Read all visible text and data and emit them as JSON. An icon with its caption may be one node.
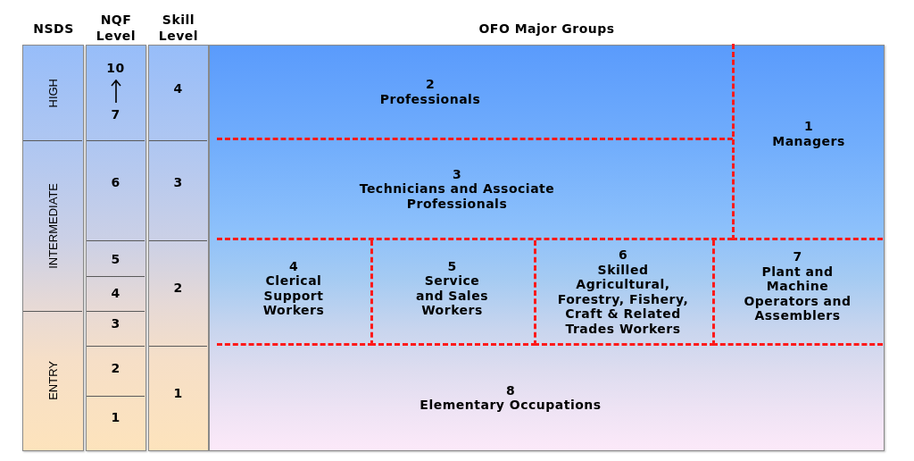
{
  "diagram": {
    "nodes": [
      {
        "text": [
          "HIGH"
        ]
      },
      {
        "text": [
          "INTERMEDIATE"
        ]
      },
      {
        "text": [
          "ENTRY"
        ]
      },
      {
        "text": [
          "10",
          "7"
        ]
      },
      {
        "text": [
          "6"
        ]
      },
      {
        "text": [
          "5"
        ]
      },
      {
        "text": [
          "4"
        ]
      },
      {
        "text": [
          "3"
        ]
      },
      {
        "text": [
          "2"
        ]
      },
      {
        "text": [
          "1"
        ]
      },
      {
        "text": [
          "4"
        ]
      },
      {
        "text": [
          "3"
        ]
      },
      {
        "text": [
          "2"
        ]
      },
      {
        "text": [
          "1"
        ]
      },
      {
        "text": [
          "2",
          "Professionals"
        ]
      },
      {
        "text": [
          "1",
          "Managers"
        ]
      },
      {
        "text": [
          "3",
          "Technicians and Associate Professionals"
        ]
      },
      {
        "text": [
          "4",
          "Clerical Support Workers"
        ]
      },
      {
        "text": [
          "5",
          "Service and Sales Workers"
        ]
      },
      {
        "text": [
          "6",
          "Skilled Agricultural, Forestry, Fishery, Craft & Related Trades Workers"
        ]
      },
      {
        "text": [
          "7",
          "Plant and Machine Operators and Assemblers"
        ]
      },
      {
        "text": [
          "8",
          "Elementary Occupations"
        ]
      }
    ],
    "labels": [
      "NSDS",
      "NQF Level",
      "Skill Level",
      "OFO Major Groups"
    ]
  }
}
